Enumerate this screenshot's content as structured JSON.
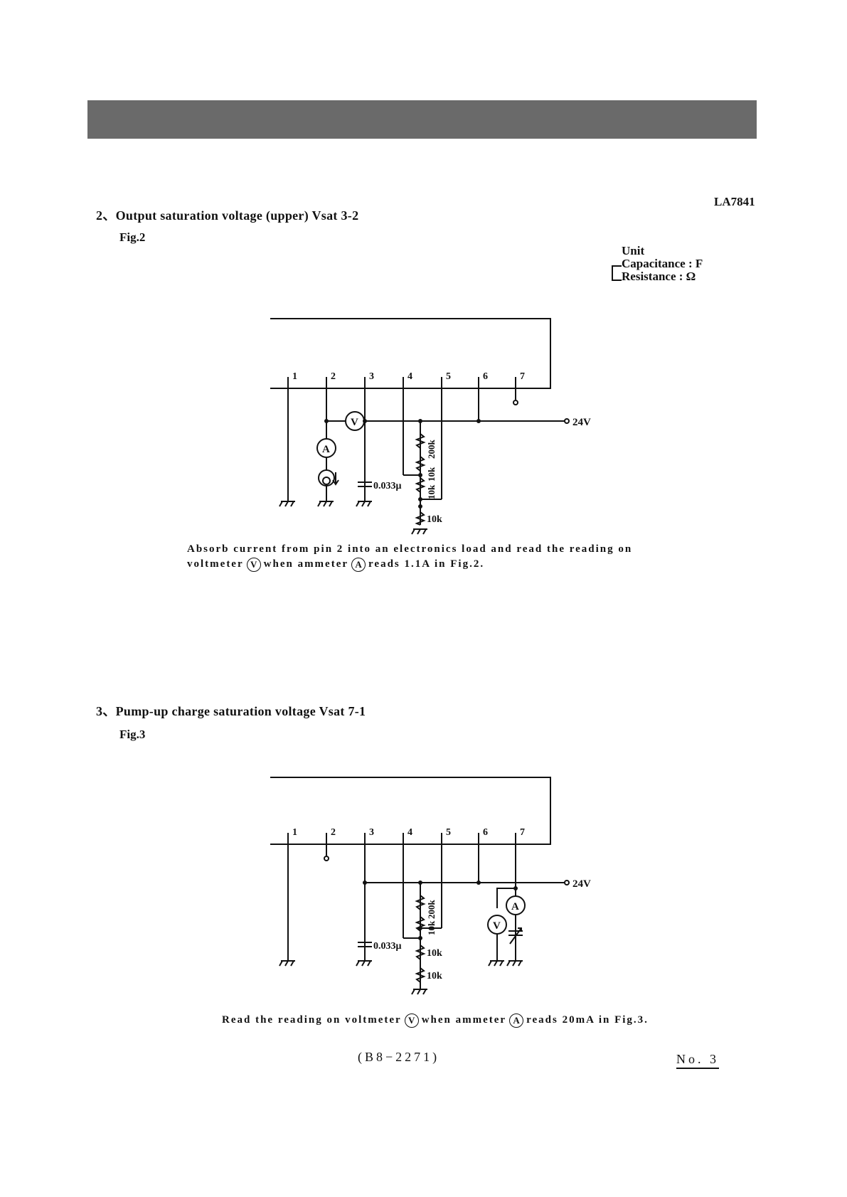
{
  "doc_code": "LA7841",
  "section2": {
    "heading": "2、Output saturation voltage (upper)  Vsat 3-2",
    "fig": "Fig.2"
  },
  "unit": {
    "title": "Unit",
    "capacitance": "Capacitance : F",
    "resistance": "Resistance  : Ω"
  },
  "fig2": {
    "pins": [
      "1",
      "2",
      "3",
      "4",
      "5",
      "6",
      "7"
    ],
    "supply": "24V",
    "cap": "0.033μ",
    "resistors": [
      "200k",
      "10k",
      "10k",
      "10k"
    ],
    "voltmeter": "V",
    "ammeter": "A",
    "note_line1": "Absorb current from pin 2 into an electronics load and read the reading on",
    "note_pre": "voltmeter",
    "note_mid": "when ammeter",
    "note_post": "reads 1.1A in Fig.2."
  },
  "section3": {
    "heading": "3、Pump-up charge saturation voltage  Vsat 7-1",
    "fig": "Fig.3"
  },
  "fig3": {
    "pins": [
      "1",
      "2",
      "3",
      "4",
      "5",
      "6",
      "7"
    ],
    "supply": "24V",
    "cap": "0.033μ",
    "resistors": [
      "200k",
      "10k",
      "10k",
      "10k"
    ],
    "voltmeter": "V",
    "ammeter": "A",
    "note_pre": "Read the reading on voltmeter",
    "note_mid": "when ammeter",
    "note_post": "reads 20mA in Fig.3."
  },
  "footer": {
    "code": "(B8−2271)",
    "page_no": "No.  3"
  }
}
